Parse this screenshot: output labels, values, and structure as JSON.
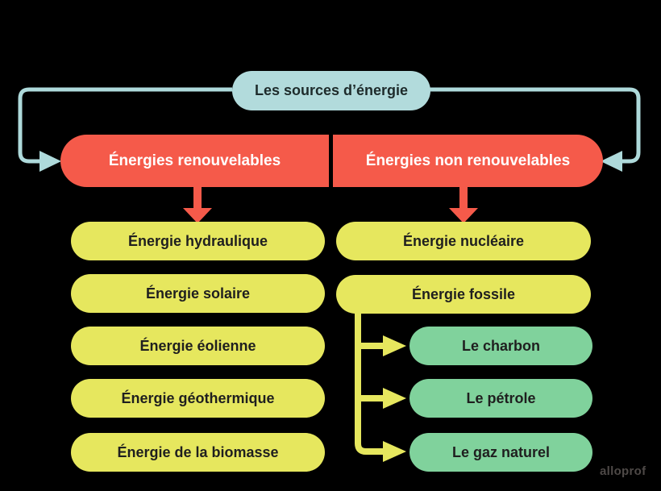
{
  "root": {
    "label": "Les sources d’énergie"
  },
  "branches": {
    "renewable": {
      "label": "Énergies renouvelables",
      "children": [
        "Énergie hydraulique",
        "Énergie solaire",
        "Énergie éolienne",
        "Énergie géothermique",
        "Énergie de la biomasse"
      ]
    },
    "non_renewable": {
      "label": "Énergies non renouvelables",
      "children": [
        "Énergie nucléaire",
        "Énergie fossile"
      ],
      "fossil_children": [
        "Le charbon",
        "Le pétrole",
        "Le gaz naturel"
      ]
    }
  },
  "watermark": "alloprof",
  "colors": {
    "background": "#000000",
    "root_fill": "#b2dbdc",
    "connector_teal": "#aedadb",
    "branch_fill": "#f55a4a",
    "branch_text": "#ffffff",
    "category_fill": "#e6e75e",
    "leaf_fill": "#80d29c",
    "node_text": "#1f1f1f",
    "watermark_text": "#4e4947"
  }
}
